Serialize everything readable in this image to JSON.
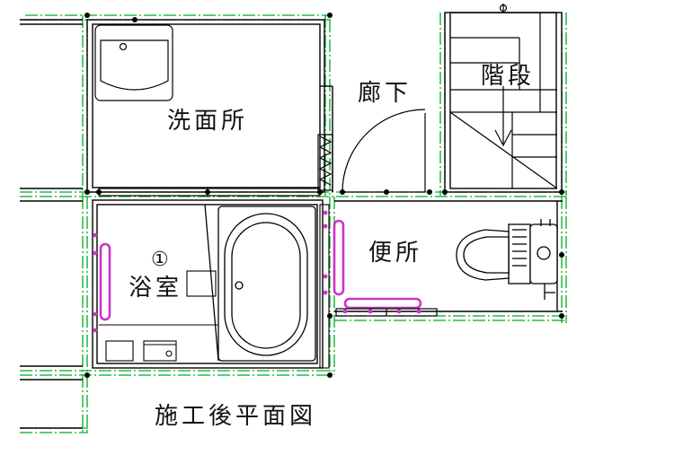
{
  "plan": {
    "caption": "施工後平面図",
    "rooms": {
      "washroom": "洗面所",
      "corridor": "廊下",
      "stairs": "階段",
      "bathroom": "浴室",
      "bathroom_marker": "①",
      "toilet": "便所"
    }
  },
  "colors": {
    "wall": "#000000",
    "gridline": "#00aa22",
    "handrail": "#cc33cc",
    "fixture_line": "#000000",
    "tub_shade": "#cfcfcf"
  }
}
